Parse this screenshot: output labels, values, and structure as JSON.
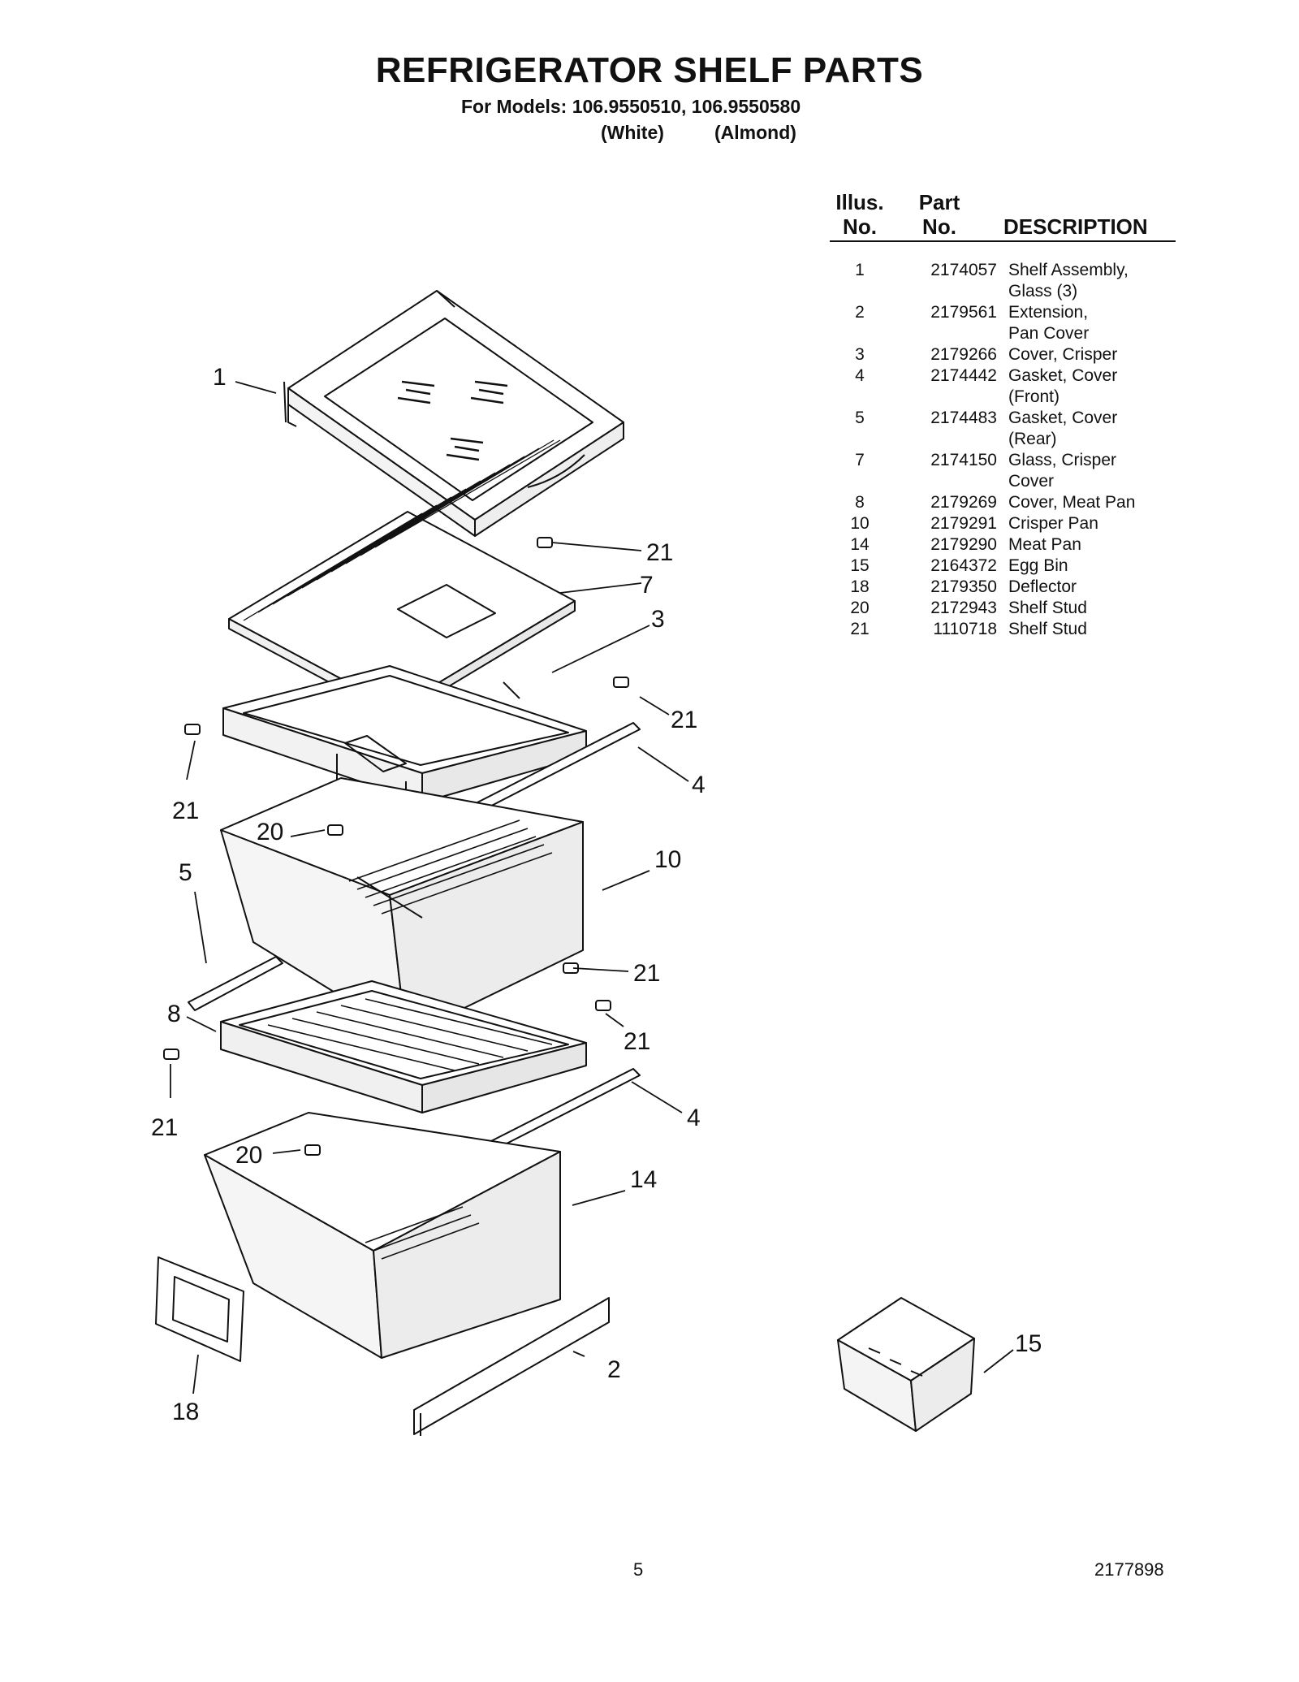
{
  "header": {
    "title": "REFRIGERATOR SHELF PARTS",
    "models_line": "For Models: 106.9550510, 106.9550580",
    "variant_white": "(White)",
    "variant_almond": "(Almond)"
  },
  "table": {
    "col_illus_line1": "Illus.",
    "col_illus_line2": "No.",
    "col_part_line1": "Part",
    "col_part_line2": "No.",
    "col_description": "DESCRIPTION",
    "rows": [
      {
        "illus": "1",
        "part": "2174057",
        "description": "Shelf Assembly,\nGlass (3)"
      },
      {
        "illus": "2",
        "part": "2179561",
        "description": "Extension,\nPan Cover"
      },
      {
        "illus": "3",
        "part": "2179266",
        "description": "Cover, Crisper"
      },
      {
        "illus": "4",
        "part": "2174442",
        "description": "Gasket, Cover\n(Front)"
      },
      {
        "illus": "5",
        "part": "2174483",
        "description": "Gasket, Cover\n(Rear)"
      },
      {
        "illus": "7",
        "part": "2174150",
        "description": "Glass, Crisper\nCover"
      },
      {
        "illus": "8",
        "part": "2179269",
        "description": "Cover, Meat Pan"
      },
      {
        "illus": "10",
        "part": "2179291",
        "description": "Crisper Pan"
      },
      {
        "illus": "14",
        "part": "2179290",
        "description": "Meat Pan"
      },
      {
        "illus": "15",
        "part": "2164372",
        "description": "Egg Bin"
      },
      {
        "illus": "18",
        "part": "2179350",
        "description": "Deflector"
      },
      {
        "illus": "20",
        "part": "2172943",
        "description": "Shelf Stud"
      },
      {
        "illus": "21",
        "part": "1110718",
        "description": "Shelf Stud"
      }
    ]
  },
  "callouts": [
    "1",
    "21",
    "7",
    "3",
    "21",
    "4",
    "21",
    "20",
    "10",
    "5",
    "21",
    "8",
    "21",
    "21",
    "4",
    "20",
    "14",
    "2",
    "18",
    "15"
  ],
  "footer": {
    "page_number": "5",
    "doc_number": "2177898"
  }
}
